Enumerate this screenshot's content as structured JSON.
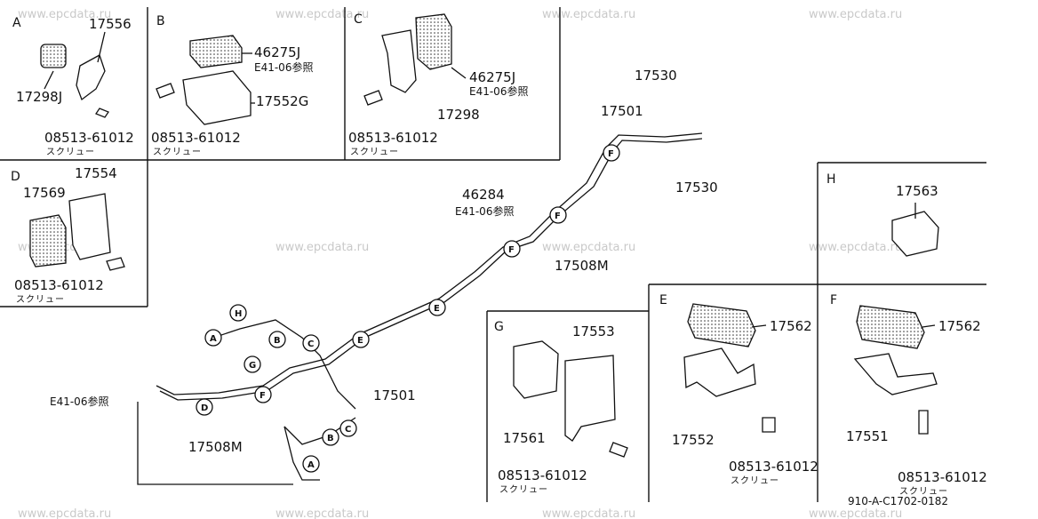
{
  "watermark": "www.epcdata.ru",
  "footer_code": "910-A-C1702-0182",
  "sections": {
    "A": {
      "letter": "A",
      "parts": [
        "17556",
        "17298J",
        "08513-61012"
      ],
      "note": "スクリュー"
    },
    "B": {
      "letter": "B",
      "parts": [
        "46275J",
        "17552G",
        "08513-61012"
      ],
      "ref": "E41-06参照",
      "note": "スクリュー"
    },
    "C": {
      "letter": "C",
      "parts": [
        "46275J",
        "17298",
        "08513-61012"
      ],
      "ref": "E41-06参照",
      "note": "スクリュー"
    },
    "D": {
      "letter": "D",
      "parts": [
        "17554",
        "17569",
        "08513-61012"
      ],
      "note": "スクリュー"
    },
    "E": {
      "letter": "E",
      "parts": [
        "17562",
        "17552",
        "08513-61012"
      ],
      "note": "スクリュー"
    },
    "F": {
      "letter": "F",
      "parts": [
        "17562",
        "17551",
        "08513-61012"
      ],
      "note": "スクリュー"
    },
    "G": {
      "letter": "G",
      "parts": [
        "17553",
        "17561",
        "08513-61012"
      ],
      "note": "スクリュー"
    },
    "H": {
      "letter": "H",
      "parts": [
        "17563"
      ]
    }
  },
  "main": {
    "labels": [
      "17530",
      "17501",
      "17530",
      "46284",
      "17508M",
      "17501",
      "17508M"
    ],
    "refs": [
      "E41-06参照",
      "E41-06参照"
    ],
    "markers": [
      "F",
      "F",
      "F",
      "E",
      "E",
      "C",
      "C",
      "B",
      "B",
      "A",
      "A",
      "H",
      "G",
      "F",
      "D"
    ]
  }
}
